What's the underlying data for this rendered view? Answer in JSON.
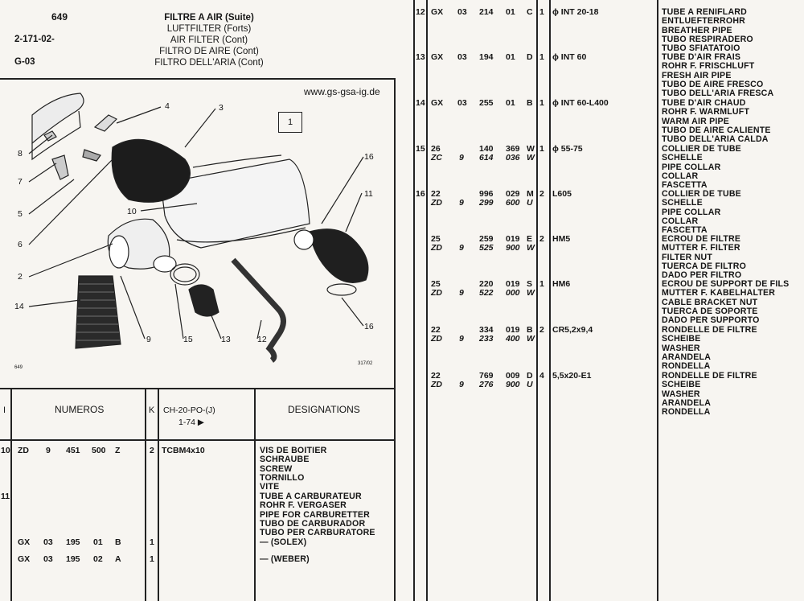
{
  "header": {
    "page_number": "649",
    "ref_code": "2-171-02-",
    "group": "G-03",
    "title_lines": [
      "FILTRE A AIR (Suite)",
      "LUFTFILTER (Forts)",
      "AIR FILTER (Cont)",
      "FILTRO DE AIRE (Cont)",
      "FILTRO DELL'ARIA (Cont)"
    ]
  },
  "diagram": {
    "website": "www.gs-gsa-ig.de",
    "box_label": "1",
    "callouts": [
      "4",
      "3",
      "8",
      "7",
      "5",
      "6",
      "2",
      "14",
      "9",
      "15",
      "13",
      "12",
      "10",
      "16",
      "11",
      "16"
    ],
    "footer_left": "649",
    "footer_right": "317/02"
  },
  "table_header": {
    "col_i": "I",
    "col_numeros": "NUMEROS",
    "col_k": "K",
    "col_ch": "CH-20-PO-(J)",
    "col_ch_sub": "1-74 ▶",
    "col_designations": "DESIGNATIONS"
  },
  "left_rows": [
    {
      "i": "10",
      "a": "ZD",
      "b": "9",
      "c": "451",
      "d": "500",
      "e": "Z",
      "k": "2",
      "ref": "TCBM4x10",
      "desc": [
        "VIS DE BOITIER",
        "SCHRAUBE",
        "SCREW",
        "TORNILLO",
        "VITE"
      ]
    },
    {
      "i": "11",
      "a": "",
      "b": "",
      "c": "",
      "d": "",
      "e": "",
      "k": "",
      "ref": "",
      "desc": [
        "TUBE A CARBURATEUR",
        "ROHR F. VERGASER",
        "PIPE FOR CARBURETTER",
        "TUBO DE CARBURADOR",
        "TUBO PER CARBURATORE"
      ]
    },
    {
      "i": "",
      "a": "GX",
      "b": "03",
      "c": "195",
      "d": "01",
      "e": "B",
      "k": "1",
      "ref": "",
      "desc": [
        "— (SOLEX)"
      ]
    },
    {
      "i": "",
      "a": "GX",
      "b": "03",
      "c": "195",
      "d": "02",
      "e": "A",
      "k": "1",
      "ref": "",
      "desc": [
        "— (WEBER)"
      ]
    }
  ],
  "right_rows": [
    {
      "i": "12",
      "a": "GX",
      "b": "03",
      "c": "214",
      "d": "01",
      "e": "C",
      "k": "1",
      "ref": "ϕ INT 20-18",
      "alt": null,
      "desc": [
        "TUBE A RENIFLARD",
        "ENTLUEFTERROHR",
        "BREATHER PIPE",
        "TUBO RESPIRADERO",
        "TUBO SFIATATOIO"
      ]
    },
    {
      "i": "13",
      "a": "GX",
      "b": "03",
      "c": "194",
      "d": "01",
      "e": "D",
      "k": "1",
      "ref": "ϕ INT 60",
      "alt": null,
      "desc": [
        "TUBE D'AIR FRAIS",
        "ROHR F. FRISCHLUFT",
        "FRESH AIR PIPE",
        "TUBO DE AIRE FRESCO",
        "TUBO DELL'ARIA FRESCA"
      ]
    },
    {
      "i": "14",
      "a": "GX",
      "b": "03",
      "c": "255",
      "d": "01",
      "e": "B",
      "k": "1",
      "ref": "ϕ INT 60-L400",
      "alt": null,
      "desc": [
        "TUBE D'AIR CHAUD",
        "ROHR F. WARMLUFT",
        "WARM AIR PIPE",
        "TUBO DE AIRE CALIENTE",
        "TUBO DELL'ARIA CALDA"
      ]
    },
    {
      "i": "15",
      "a": "26",
      "b": "",
      "c": "140",
      "d": "369",
      "e": "W",
      "k": "1",
      "ref": "ϕ 55-75",
      "alt": {
        "a": "ZC",
        "b": "9",
        "c": "614",
        "d": "036",
        "e": "W"
      },
      "desc": [
        "COLLIER DE TUBE",
        "SCHELLE",
        "PIPE COLLAR",
        "COLLAR",
        "FASCETTA"
      ]
    },
    {
      "i": "16",
      "a": "22",
      "b": "",
      "c": "996",
      "d": "029",
      "e": "M",
      "k": "2",
      "ref": "L605",
      "alt": {
        "a": "ZD",
        "b": "9",
        "c": "299",
        "d": "600",
        "e": "U"
      },
      "desc": [
        "COLLIER DE TUBE",
        "SCHELLE",
        "PIPE COLLAR",
        "COLLAR",
        "FASCETTA"
      ]
    },
    {
      "i": "",
      "a": "25",
      "b": "",
      "c": "259",
      "d": "019",
      "e": "E",
      "k": "2",
      "ref": "HM5",
      "alt": {
        "a": "ZD",
        "b": "9",
        "c": "525",
        "d": "900",
        "e": "W"
      },
      "desc": [
        "ECROU DE FILTRE",
        "MUTTER F. FILTER",
        "FILTER NUT",
        "TUERCA DE FILTRO",
        "DADO PER FILTRO"
      ]
    },
    {
      "i": "",
      "a": "25",
      "b": "",
      "c": "220",
      "d": "019",
      "e": "S",
      "k": "1",
      "ref": "HM6",
      "alt": {
        "a": "ZD",
        "b": "9",
        "c": "522",
        "d": "000",
        "e": "W"
      },
      "desc": [
        "ECROU DE SUPPORT DE FILS",
        "MUTTER F. KABELHALTER",
        "CABLE BRACKET NUT",
        "TUERCA DE SOPORTE",
        "DADO PER SUPPORTO"
      ]
    },
    {
      "i": "",
      "a": "22",
      "b": "",
      "c": "334",
      "d": "019",
      "e": "B",
      "k": "2",
      "ref": "CR5,2x9,4",
      "alt": {
        "a": "ZD",
        "b": "9",
        "c": "233",
        "d": "400",
        "e": "W"
      },
      "desc": [
        "RONDELLE DE FILTRE",
        "SCHEIBE",
        "WASHER",
        "ARANDELA",
        "RONDELLA"
      ]
    },
    {
      "i": "",
      "a": "22",
      "b": "",
      "c": "769",
      "d": "009",
      "e": "D",
      "k": "4",
      "ref": "5,5x20-E1",
      "alt": {
        "a": "ZD",
        "b": "9",
        "c": "276",
        "d": "900",
        "e": "U"
      },
      "desc": [
        "RONDELLE DE FILTRE",
        "SCHEIBE",
        "WASHER",
        "ARANDELA",
        "RONDELLA"
      ]
    }
  ]
}
